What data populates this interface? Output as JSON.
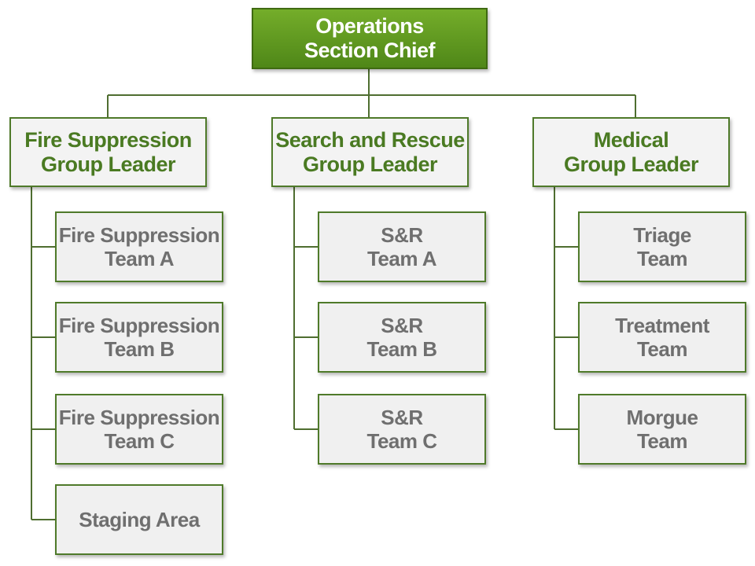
{
  "chart": {
    "chief": {
      "label": "Operations\nSection Chief"
    },
    "groups": [
      {
        "label": "Fire Suppression\nGroup Leader",
        "teams": [
          "Fire Suppression\nTeam A",
          "Fire Suppression\nTeam B",
          "Fire Suppression\nTeam C",
          "Staging Area"
        ]
      },
      {
        "label": "Search and Rescue\nGroup Leader",
        "teams": [
          "S&R\nTeam A",
          "S&R\nTeam B",
          "S&R\nTeam C"
        ]
      },
      {
        "label": "Medical\nGroup Leader",
        "teams": [
          "Triage\nTeam",
          "Treatment\nTeam",
          "Morgue\nTeam"
        ]
      }
    ]
  },
  "colors": {
    "chief_fill": "#5f9a1f",
    "leader_text": "#4a7a22",
    "team_text": "#6f6f6f",
    "border": "#4f7a2a",
    "connector": "#4f6e30"
  }
}
